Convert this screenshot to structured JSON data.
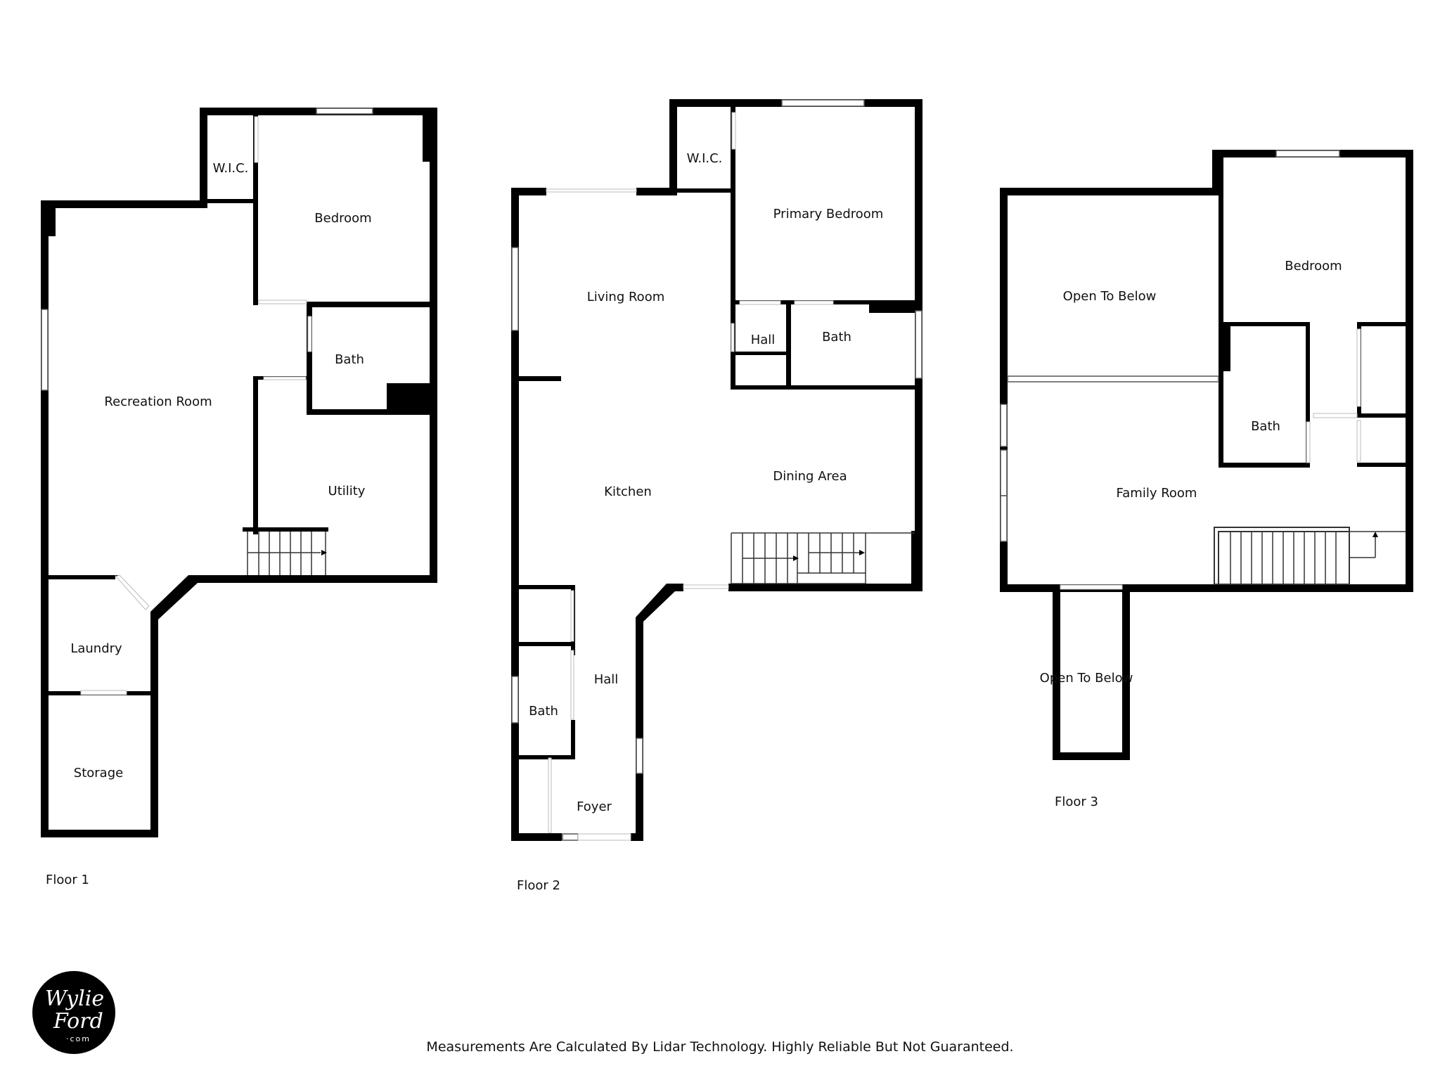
{
  "floors": [
    {
      "label": "Floor 1",
      "rooms": {
        "wic": "W.I.C.",
        "bedroom": "Bedroom",
        "recreation": "Recreation Room",
        "bath": "Bath",
        "utility": "Utility",
        "laundry": "Laundry",
        "storage": "Storage"
      }
    },
    {
      "label": "Floor 2",
      "rooms": {
        "wic": "W.I.C.",
        "primary_bedroom": "Primary Bedroom",
        "living": "Living Room",
        "hall_upper": "Hall",
        "bath_upper": "Bath",
        "kitchen": "Kitchen",
        "dining": "Dining Area",
        "hall_lower": "Hall",
        "bath_lower": "Bath",
        "foyer": "Foyer"
      }
    },
    {
      "label": "Floor 3",
      "rooms": {
        "open_upper": "Open To Below",
        "bedroom": "Bedroom",
        "bath": "Bath",
        "family": "Family Room",
        "open_lower": "Open To Below"
      }
    }
  ],
  "disclaimer": "Measurements Are Calculated By Lidar Technology. Highly Reliable But Not Guaranteed.",
  "logo": {
    "line1": "Wylie",
    "line2": "Ford",
    "line3": "·com"
  }
}
